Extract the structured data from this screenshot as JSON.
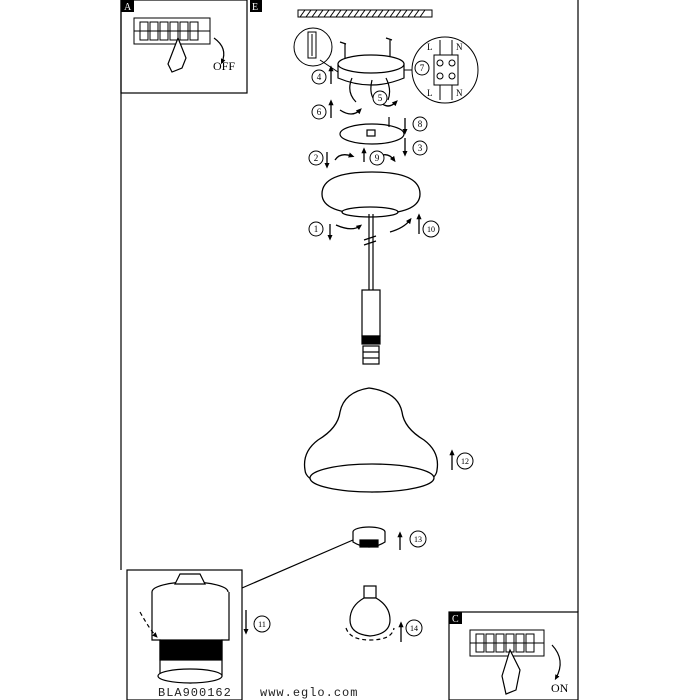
{
  "panels": {
    "a": {
      "letter": "A",
      "switch_label": "OFF"
    },
    "e": {
      "letter": "E"
    },
    "c": {
      "letter": "C",
      "switch_label": "ON"
    }
  },
  "wiring": {
    "terminal_top": [
      "L",
      "N"
    ],
    "terminal_bottom": [
      "L",
      "N"
    ]
  },
  "steps": [
    "1",
    "2",
    "3",
    "4",
    "5",
    "6",
    "7",
    "8",
    "9",
    "10",
    "11",
    "12",
    "13",
    "14"
  ],
  "footer": {
    "code": "BLA900162",
    "website": "www.eglo.com"
  }
}
